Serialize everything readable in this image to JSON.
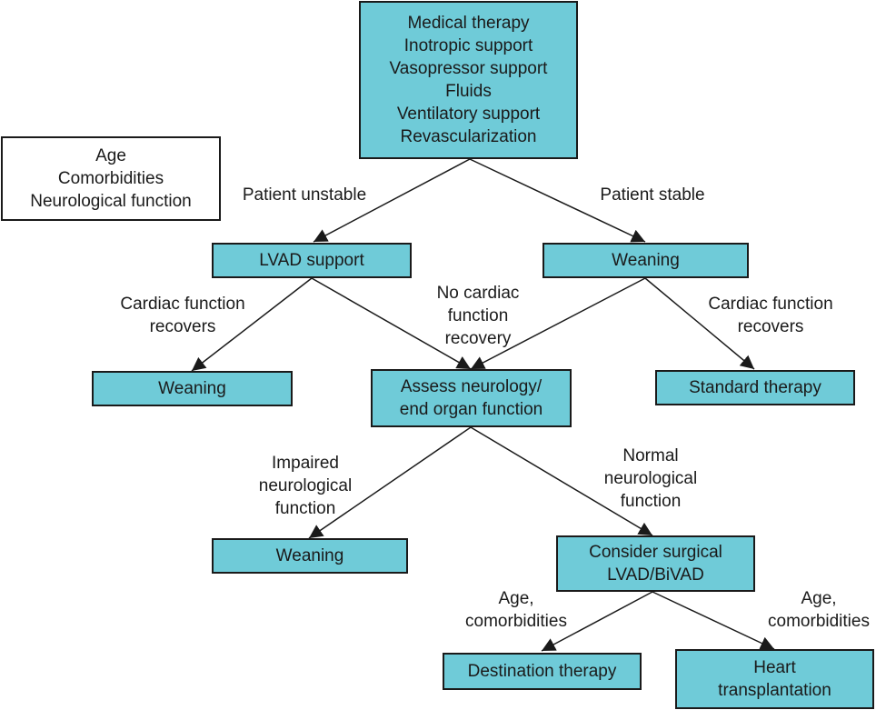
{
  "colors": {
    "node_fill": "#6fcbd8",
    "border": "#1a1a1a",
    "background": "#ffffff"
  },
  "nodes": {
    "top": [
      "Medical therapy",
      "Inotropic support",
      "Vasopressor support",
      "Fluids",
      "Ventilatory support",
      "Revascularization"
    ],
    "considerations": [
      "Age",
      "Comorbidities",
      "Neurological function"
    ],
    "lvad": [
      "LVAD support"
    ],
    "weaning_right": [
      "Weaning"
    ],
    "weaning_left": [
      "Weaning"
    ],
    "assess": [
      "Assess neurology/",
      "end organ function"
    ],
    "standard": [
      "Standard therapy"
    ],
    "weaning_bottom": [
      "Weaning"
    ],
    "surgical": [
      "Consider surgical",
      "LVAD/BiVAD"
    ],
    "destination": [
      "Destination therapy"
    ],
    "transplant": [
      "Heart",
      "transplantation"
    ]
  },
  "edge_labels": {
    "unstable": [
      "Patient unstable"
    ],
    "stable": [
      "Patient stable"
    ],
    "recovers_left": [
      "Cardiac function",
      "recovers"
    ],
    "no_recovery": [
      "No cardiac",
      "function",
      "recovery"
    ],
    "recovers_right": [
      "Cardiac function",
      "recovers"
    ],
    "impaired": [
      "Impaired",
      "neurological",
      "function"
    ],
    "normal": [
      "Normal",
      "neurological",
      "function"
    ],
    "comorb_left": [
      "Age,",
      "comorbidities"
    ],
    "comorb_right": [
      "Age,",
      "comorbidities"
    ]
  }
}
